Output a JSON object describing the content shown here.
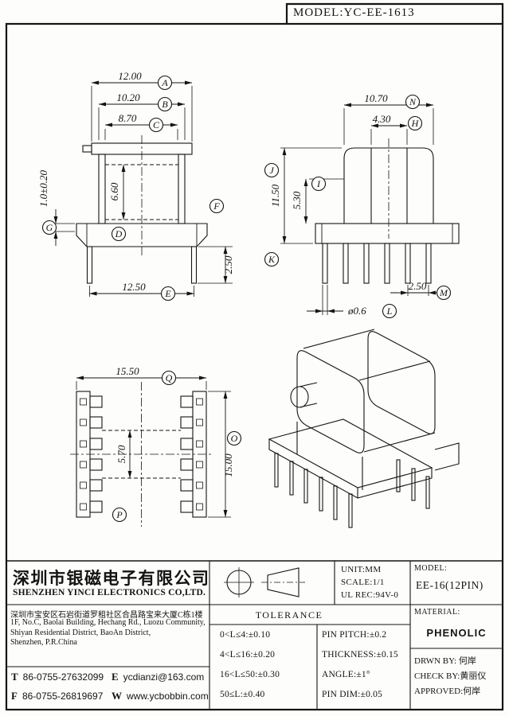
{
  "sheet": {
    "model_header": "MODEL:YC-EE-1613"
  },
  "drawing": {
    "front": {
      "dim_width_outer": "12.00",
      "dim_width_mid": "10.20",
      "dim_width_inner": "8.70",
      "dim_window": "6.60",
      "dim_flange": "1.0±0.20",
      "dim_pin_len": "2.50",
      "dim_pin_row": "12.50",
      "balloon_a": "A",
      "balloon_b": "B",
      "balloon_c": "C",
      "balloon_d": "D",
      "balloon_e": "E",
      "balloon_f": "F",
      "balloon_g": "G"
    },
    "side": {
      "dim_width": "10.70",
      "dim_core": "4.30",
      "dim_height": "11.50",
      "dim_core_h": "5.30",
      "dim_pitch": "2.50",
      "dim_pin_dia": "ø0.6",
      "balloon_n": "N",
      "balloon_h": "H",
      "balloon_j": "J",
      "balloon_i": "I",
      "balloon_k": "K",
      "balloon_m": "M",
      "balloon_l": "L"
    },
    "top": {
      "dim_width": "15.50",
      "dim_slot": "5.70",
      "dim_length": "15.00",
      "balloon_q": "Q",
      "balloon_o": "O",
      "balloon_p": "P"
    }
  },
  "titleblock": {
    "company_cn": "深圳市银磁电子有限公司",
    "company_en": "SHENZHEN YINCI ELECTRONICS CO,LTD.",
    "address_cn": "深圳市宝安区石岩街道罗租社区合昌路宝来大厦C栋1楼",
    "address_en_1": "1F, No.C, Baolai Building, Hechang Rd., Luozu Community,",
    "address_en_2": "Shiyan Residential District, BaoAn District,",
    "address_en_3": "Shenzhen, P.R.China",
    "contacts": {
      "tel_label": "T",
      "tel": "86-0755-27632099",
      "fax_label": "F",
      "fax": "86-0755-26819697",
      "email_label": "E",
      "email": "ycdianzi@163.com",
      "web_label": "W",
      "web": "www.ycbobbin.com"
    },
    "unit": "UNIT:MM",
    "scale": "SCALE:1/1",
    "ul": "UL REC:94V-0",
    "model_label": "MODEL:",
    "model_value": "EE-16(12PIN)",
    "material_label": "MATERIAL:",
    "material_value": "PHENOLIC",
    "tolerance_title": "TOLERANCE",
    "tol_len_1": "0<L≤4:±0.10",
    "tol_len_2": "4<L≤16:±0.20",
    "tol_len_3": "16<L≤50:±0.30",
    "tol_len_4": "50≤L:±0.40",
    "tol_pin_pitch": "PIN PITCH:±0.2",
    "tol_thickness": "THICKNESS:±0.15",
    "tol_angle": "ANGLE:±1°",
    "tol_pin_dim": "PIN DIM:±0.05",
    "drwn_by": "DRWN BY: 何岸",
    "check_by": "CHECK BY:黄丽仪",
    "approved": "APPROVED:何岸"
  }
}
